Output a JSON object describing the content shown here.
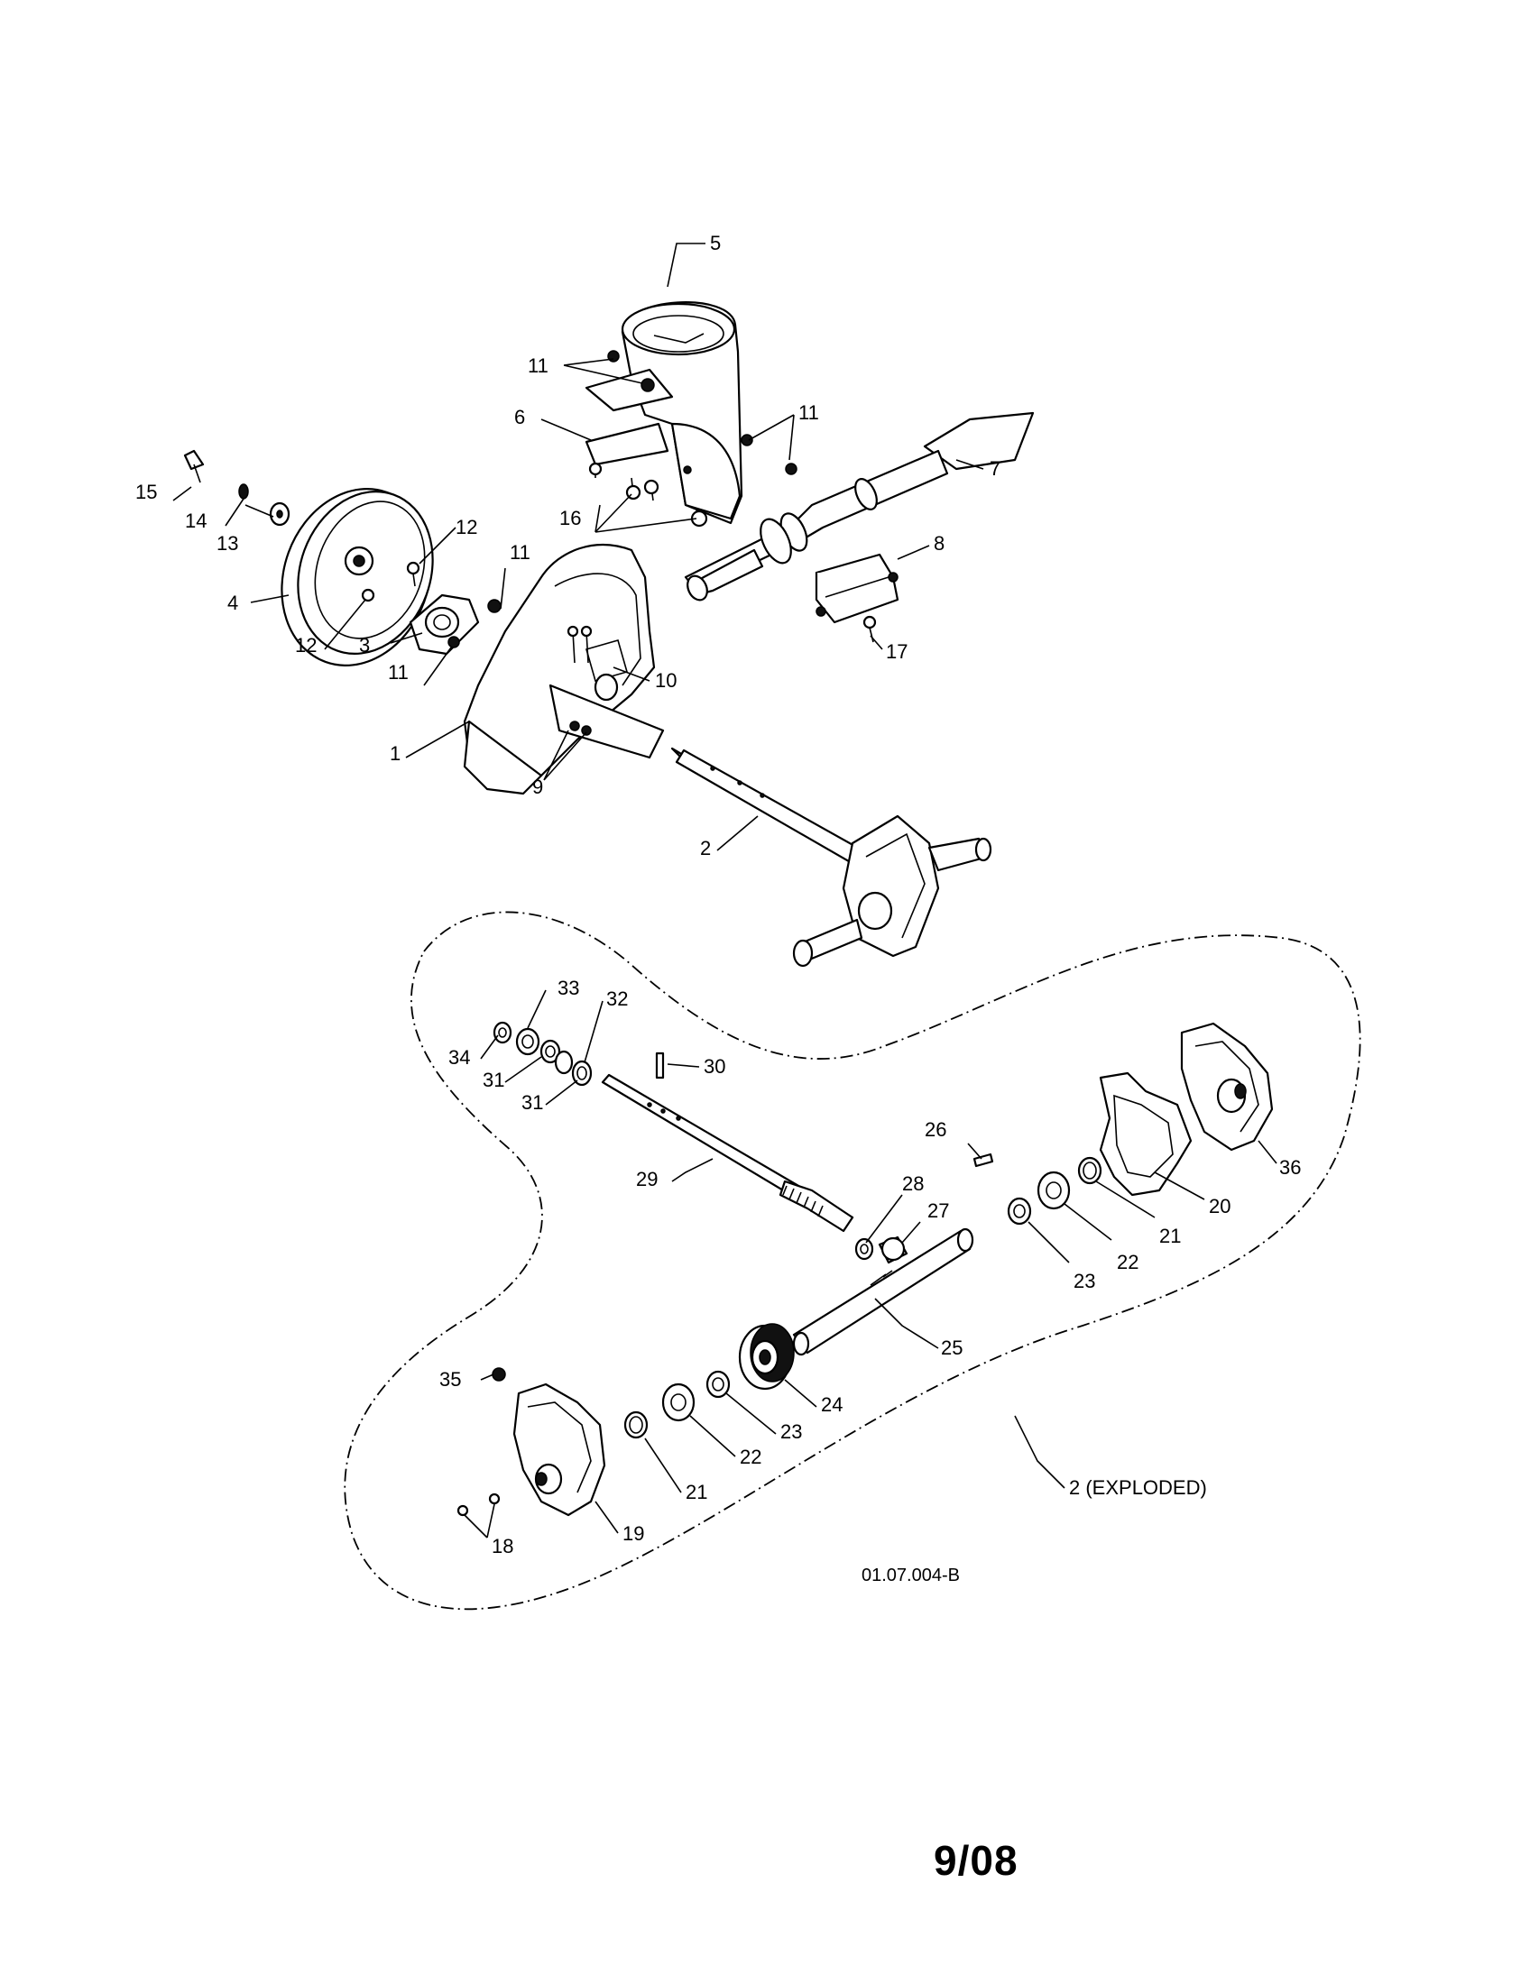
{
  "diagram": {
    "code": "01.07.004-B",
    "date": "9/08",
    "exploded_label": "2 (EXPLODED)",
    "callouts": {
      "c1": "1",
      "c2": "2",
      "c3": "3",
      "c4": "4",
      "c5": "5",
      "c6": "6",
      "c7": "7",
      "c8": "8",
      "c9": "9",
      "c10": "10",
      "c11a": "11",
      "c11b": "11",
      "c11c": "11",
      "c11d": "11",
      "c12a": "12",
      "c12b": "12",
      "c13": "13",
      "c14": "14",
      "c15": "15",
      "c16": "16",
      "c17": "17",
      "c18": "18",
      "c19": "19",
      "c20": "20",
      "c21a": "21",
      "c21b": "21",
      "c22a": "22",
      "c22b": "22",
      "c23a": "23",
      "c23b": "23",
      "c24": "24",
      "c25": "25",
      "c26": "26",
      "c27": "27",
      "c28": "28",
      "c29": "29",
      "c30": "30",
      "c31a": "31",
      "c31b": "31",
      "c32": "32",
      "c33": "33",
      "c34": "34",
      "c35": "35",
      "c36": "36"
    }
  }
}
